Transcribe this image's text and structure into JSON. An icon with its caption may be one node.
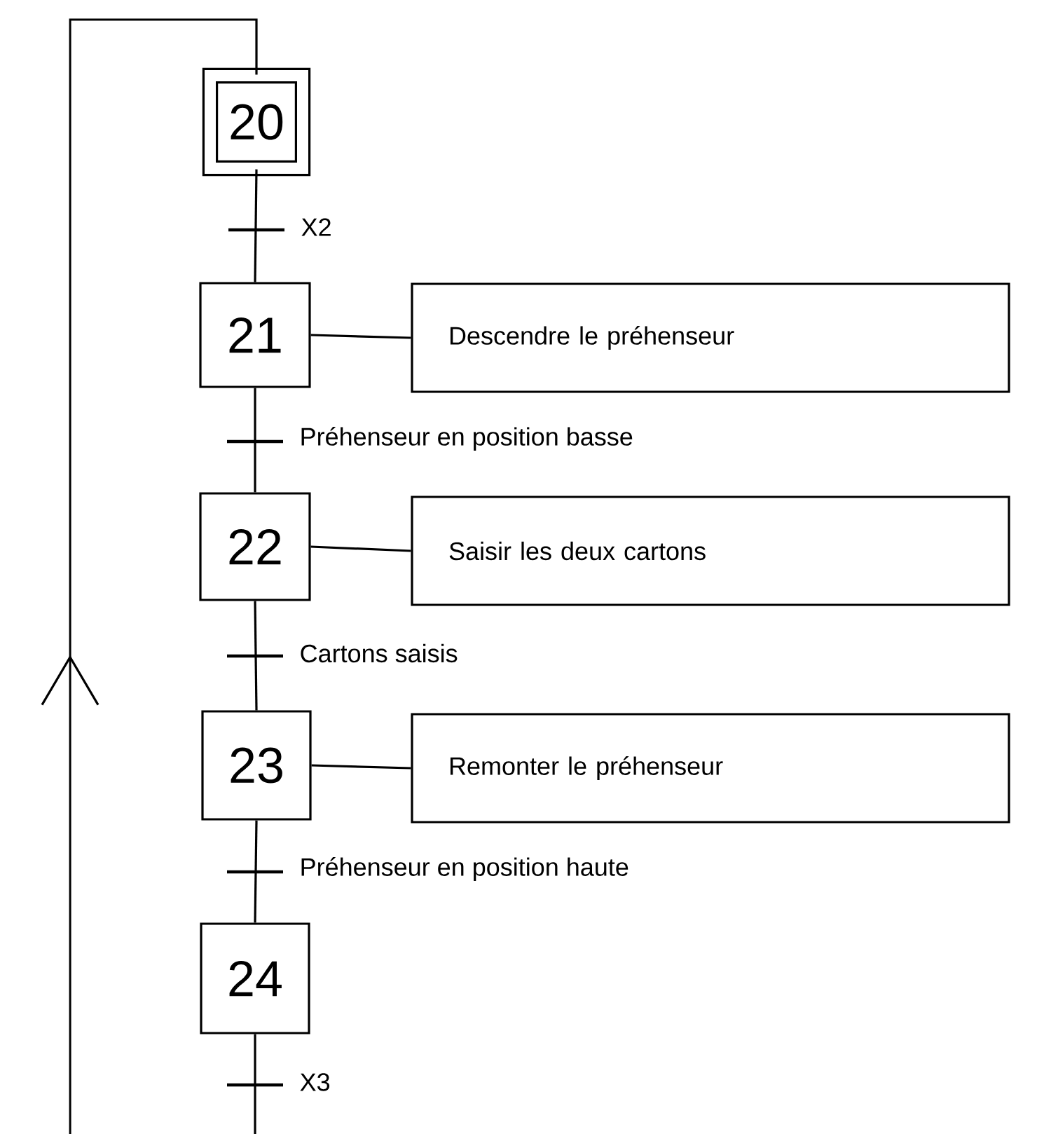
{
  "diagram": {
    "nodes": [
      {
        "text": [
          "20"
        ]
      },
      {
        "text": [
          "21"
        ]
      },
      {
        "text": [
          "22"
        ]
      },
      {
        "text": [
          "23"
        ]
      },
      {
        "text": [
          "24"
        ]
      },
      {
        "text": [
          "Descendre le préhenseur"
        ]
      },
      {
        "text": [
          "Saisir les deux cartons"
        ]
      },
      {
        "text": [
          "Remonter le préhenseur"
        ]
      }
    ],
    "edges": [
      {
        "from": 0,
        "to": 1,
        "arrow": "none",
        "label": "X2"
      },
      {
        "from": 1,
        "to": 2,
        "arrow": "none",
        "label": "Préhenseur en position basse"
      },
      {
        "from": 2,
        "to": 3,
        "arrow": "none",
        "label": "Cartons saisis"
      },
      {
        "from": 3,
        "to": 4,
        "arrow": "none",
        "label": "Préhenseur en position haute"
      },
      {
        "from": 4,
        "to": 0,
        "arrow": "to",
        "label": "X3"
      },
      {
        "from": 1,
        "to": 5,
        "arrow": "none"
      },
      {
        "from": 2,
        "to": 6,
        "arrow": "none"
      },
      {
        "from": 3,
        "to": 7,
        "arrow": "none"
      }
    ]
  }
}
